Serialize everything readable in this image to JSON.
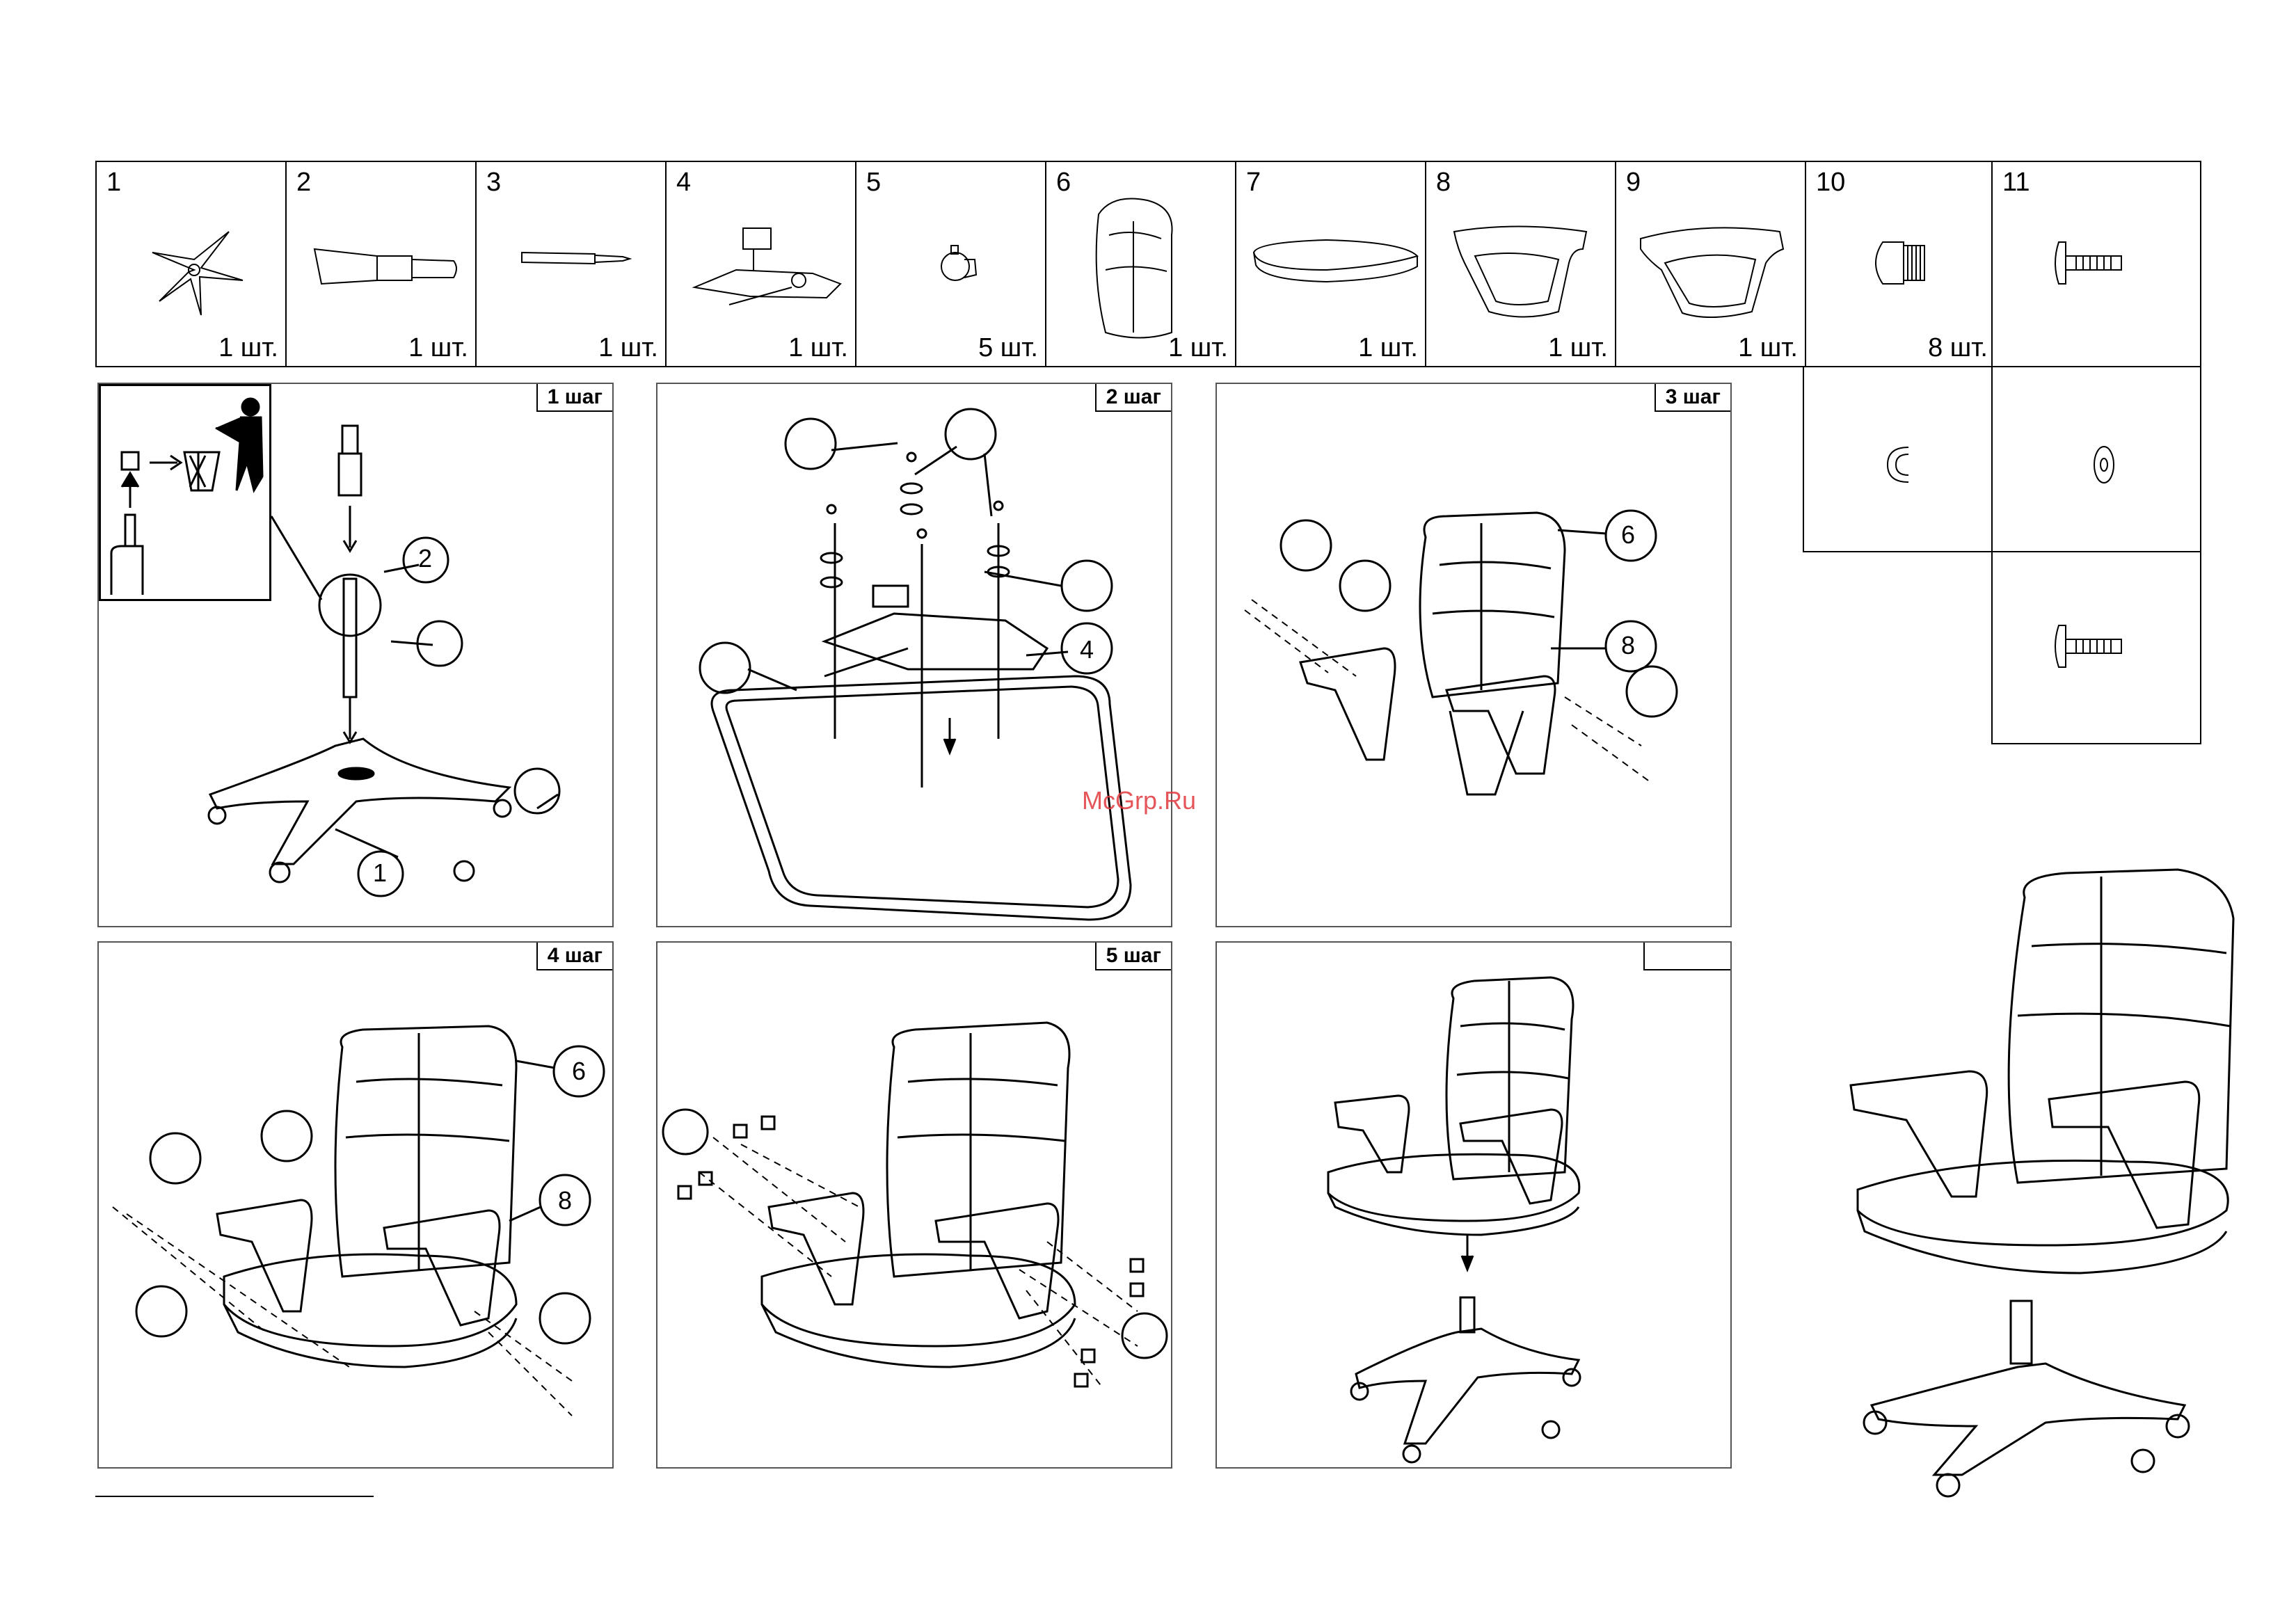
{
  "parts": [
    {
      "num": "1",
      "qty": "1 шт.",
      "icon": "star-base-icon"
    },
    {
      "num": "2",
      "qty": "1 шт.",
      "icon": "gas-lift-icon"
    },
    {
      "num": "3",
      "qty": "1 шт.",
      "icon": "lever-icon"
    },
    {
      "num": "4",
      "qty": "1 шт.",
      "icon": "mechanism-icon"
    },
    {
      "num": "5",
      "qty": "5 шт.",
      "icon": "caster-icon"
    },
    {
      "num": "6",
      "qty": "1 шт.",
      "icon": "backrest-icon"
    },
    {
      "num": "7",
      "qty": "1 шт.",
      "icon": "seat-icon"
    },
    {
      "num": "8",
      "qty": "1 шт.",
      "icon": "armrest-right-icon"
    },
    {
      "num": "9",
      "qty": "1 шт.",
      "icon": "armrest-left-icon"
    },
    {
      "num": "10",
      "qty": "8 шт.",
      "icon": "cap-icon"
    },
    {
      "num": "11",
      "qty": "",
      "icon": "bolt-icon"
    }
  ],
  "steps": {
    "s1": "1 шаг",
    "s2": "2 шаг",
    "s3": "3 шаг",
    "s4": "4 шаг",
    "s5": "5 шаг",
    "s6": ""
  },
  "callouts": {
    "c1": "1",
    "c2": "2",
    "c4": "4",
    "c6": "6",
    "c8": "8"
  },
  "watermark": "McGrp.Ru"
}
